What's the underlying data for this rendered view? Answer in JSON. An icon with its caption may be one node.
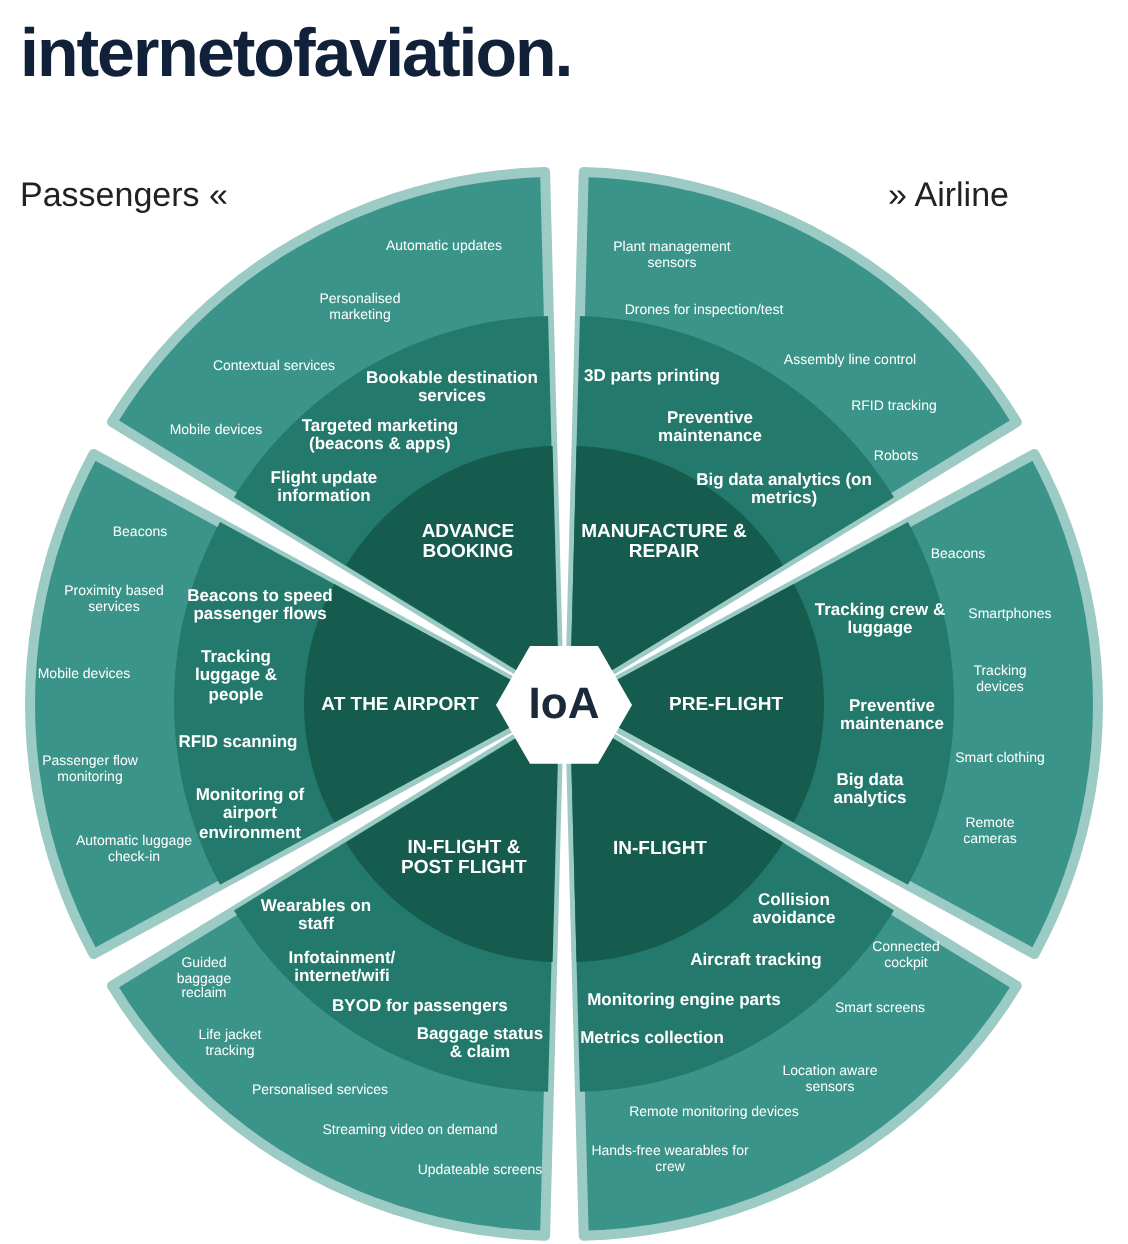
{
  "diagram": {
    "title": "internetofaviation.",
    "nodes": [
      {
        "text": [
          "IoA"
        ]
      },
      {
        "text": [
          "Automatic updates",
          "Personalised marketing",
          "Contextual services",
          "Mobile devices"
        ]
      },
      {
        "text": [
          "Bookable destination services",
          "Targeted marketing (beacons & apps)",
          "Flight update information"
        ],
        "in": 1
      },
      {
        "text": [
          "ADVANCE BOOKING"
        ],
        "in": 2
      },
      {
        "text": [
          "Plant management sensors",
          "Drones for inspection/test",
          "Assembly line control",
          "RFID tracking",
          "Robots"
        ]
      },
      {
        "text": [
          "3D parts printing",
          "Preventive maintenance",
          "Big data analytics (on metrics)"
        ],
        "in": 4
      },
      {
        "text": [
          "MANUFACTURE & REPAIR"
        ],
        "in": 5
      },
      {
        "text": [
          "Beacons",
          "Proximity based services",
          "Mobile devices",
          "Passenger flow monitoring",
          "Automatic luggage check-in"
        ]
      },
      {
        "text": [
          "Beacons to speed passenger flows",
          "Tracking luggage & people",
          "RFID scanning",
          "Monitoring of airport environment"
        ],
        "in": 7
      },
      {
        "text": [
          "AT THE AIRPORT"
        ],
        "in": 8
      },
      {
        "text": [
          "Beacons",
          "Smartphones",
          "Tracking devices",
          "Smart clothing",
          "Remote cameras"
        ]
      },
      {
        "text": [
          "Tracking crew & luggage",
          "Preventive maintenance",
          "Big data analytics"
        ],
        "in": 10
      },
      {
        "text": [
          "PRE-FLIGHT"
        ],
        "in": 11
      },
      {
        "text": [
          "Guided baggage reclaim",
          "Life jacket tracking",
          "Personalised services",
          "Streaming video on demand",
          "Updateable screens"
        ]
      },
      {
        "text": [
          "Wearables on staff",
          "Infotainment/ internet/wifi",
          "BYOD for passengers",
          "Baggage status & claim"
        ],
        "in": 13
      },
      {
        "text": [
          "IN-FLIGHT & POST FLIGHT"
        ],
        "in": 14
      },
      {
        "text": [
          "Connected cockpit",
          "Smart screens",
          "Location aware sensors",
          "Remote monitoring devices",
          "Hands-free wearables for crew"
        ]
      },
      {
        "text": [
          "Collision avoidance",
          "Aircraft tracking",
          "Monitoring engine parts",
          "Metrics collection"
        ],
        "in": 16
      },
      {
        "text": [
          "IN-FLIGHT"
        ],
        "in": 17
      }
    ],
    "labels": [
      "Passengers «",
      "» Airline"
    ]
  }
}
